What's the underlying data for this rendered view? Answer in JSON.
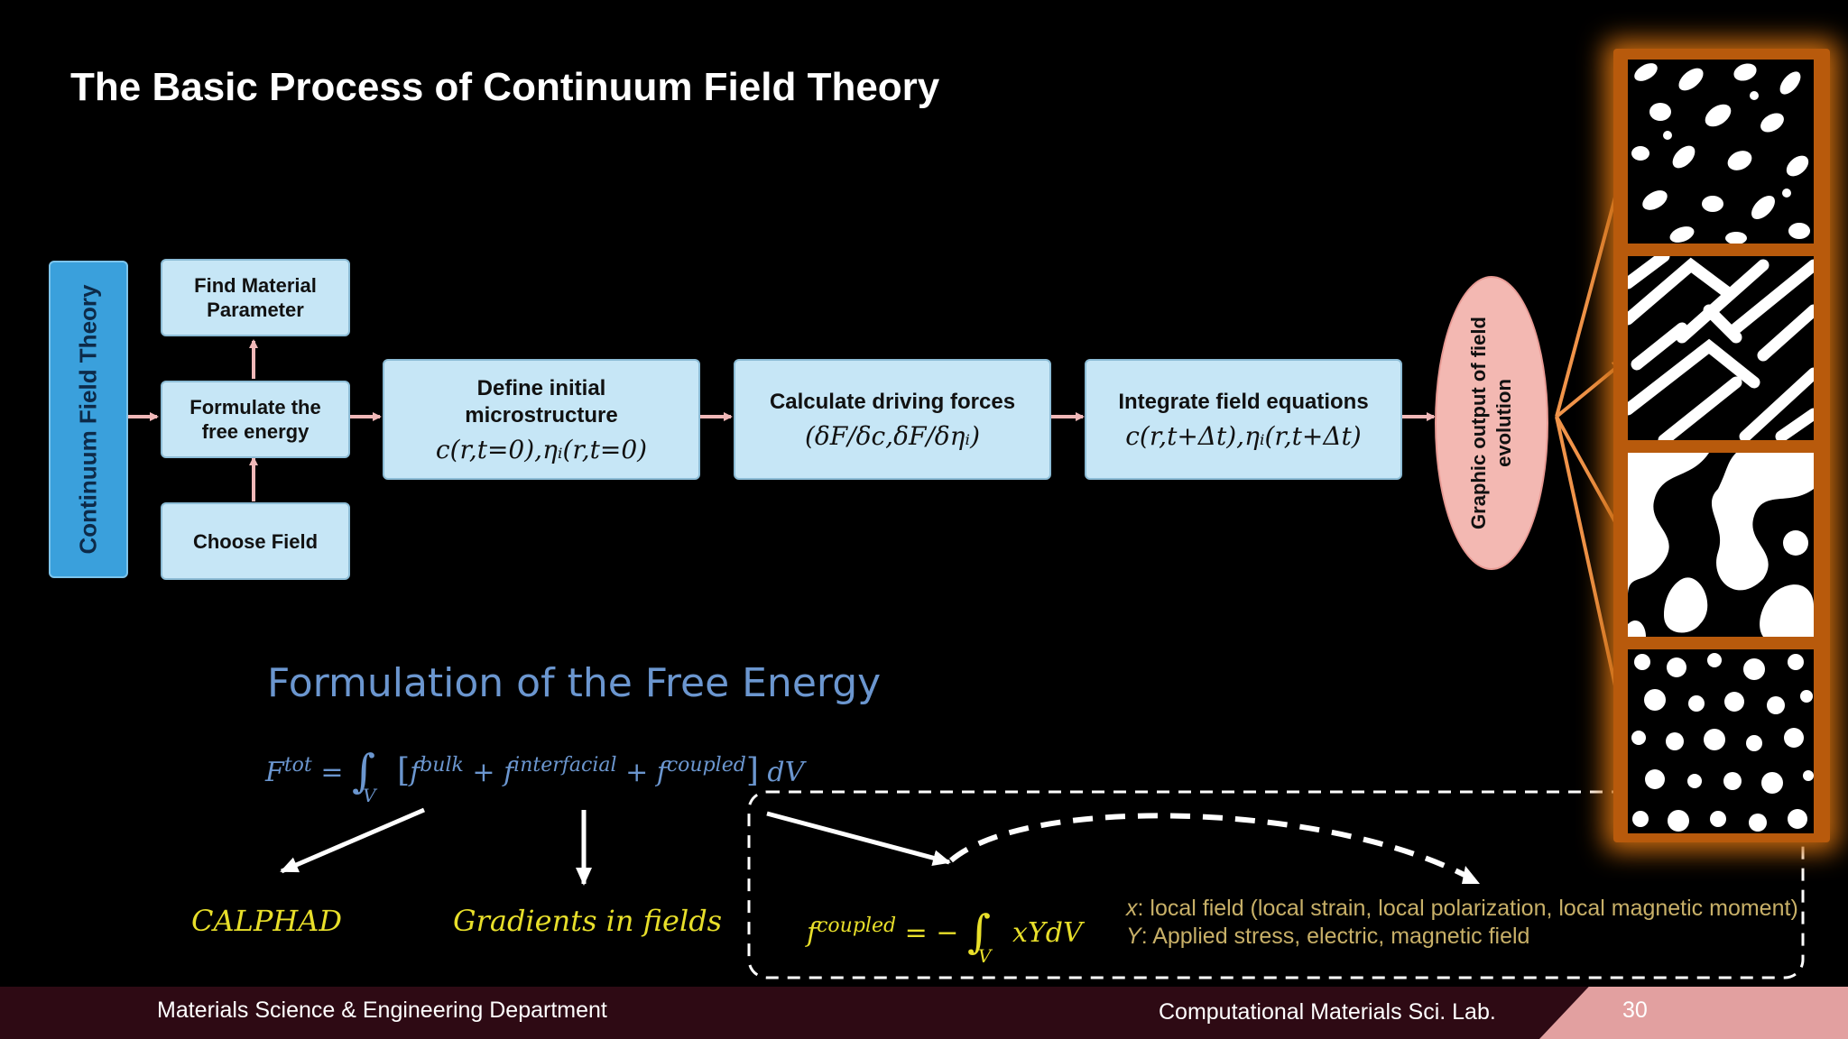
{
  "slide": {
    "title": "The Basic Process of Continuum Field Theory",
    "page_number": "30"
  },
  "flowchart": {
    "side_label": "Continuum Field Theory",
    "find_param": [
      "Find Material",
      "Parameter"
    ],
    "formulate": [
      "Formulate the",
      "free energy"
    ],
    "choose_field": "Choose Field",
    "define": {
      "lines": [
        "Define initial",
        "microstructure"
      ],
      "eq": "c(r,t=0),ηᵢ(r,t=0)"
    },
    "driving": {
      "label": "Calculate driving forces",
      "eq": "(δF/δc,δF/δηᵢ)"
    },
    "integrate": {
      "label": "Integrate field equations",
      "eq": "c(r,t+Δt),ηᵢ(r,t+Δt)"
    },
    "graphic": [
      "Graphic output of field",
      "evolution"
    ]
  },
  "formulation": {
    "title": "Formulation of the Free Energy",
    "ftot_lhs": "F",
    "ftot_lhs_sup": "tot",
    "int_sub": "V",
    "bulk_sup": "bulk",
    "inter_sup": "interfacial",
    "coupled_sup": "coupled",
    "dv": "dV",
    "calphad": "CALPHAD",
    "gradients": "Gradients in fields",
    "fcoupled_sup": "coupled",
    "xydv": "xYdV",
    "coupled_int_sub": "V",
    "note_x_var": "x",
    "note_x": ": local field (local strain, local polarization, local magnetic moment)",
    "note_y_var": "Y",
    "note_y": ": Applied stress, electric, magnetic field"
  },
  "footer": {
    "left": "Materials Science & Engineering Department",
    "right": "Computational Materials Sci. Lab."
  },
  "colors": {
    "box_fill": "#c6e6f6",
    "side_fill": "#3aa0dc",
    "graphic_fill": "#f3b8b2",
    "arrow_pink": "#f0b8b8",
    "arrow_orange": "#f0944a",
    "formula_blue": "#6b96cf",
    "formula_yellow": "#e8df2a",
    "footer_bg": "#2e0a14"
  }
}
